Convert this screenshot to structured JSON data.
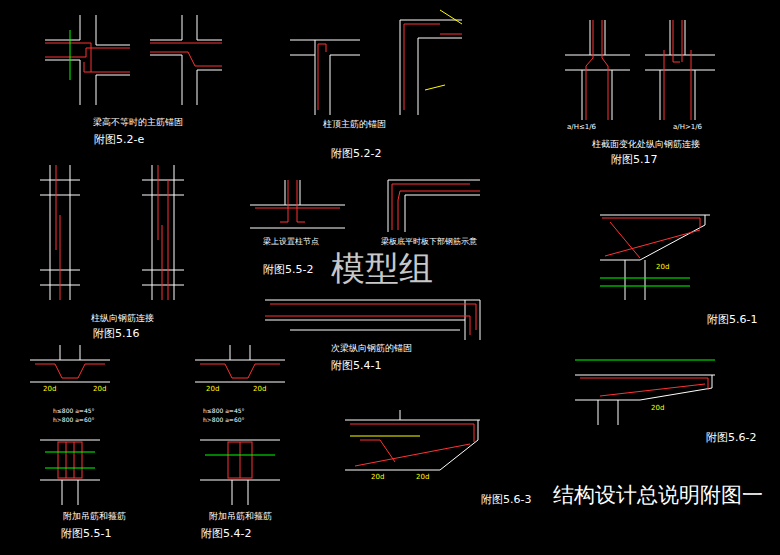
{
  "diagram": {
    "title": "结构设计总说明附图一",
    "labels": [
      "梁高不等时的主筋锚固",
      "附图5.2-e",
      "柱顶主筋的锚固",
      "附图5.2-2",
      "柱截面变化处纵向钢筋连接",
      "附图5.17",
      "a/H≤1/6",
      "a/H>1/6",
      "柱纵向钢筋连接",
      "附图5.16",
      "梁上设置柱节点",
      "附图5.5-2",
      "梁板底平时板下部钢筋示意",
      "模型组",
      "次梁纵向钢筋的锚固",
      "附图5.4-1",
      "附图5.6-1",
      "附图5.6-2",
      "附图5.6-3",
      "附加吊筋和箍筋",
      "附图5.5-1",
      "附加吊筋和箍筋",
      "附图5.4-2",
      "20d",
      "20d",
      "h≤800 a=45°",
      "h>800 a=60°",
      "20d",
      "20d",
      "h≤800 a=45°",
      "h>800 a=60°",
      "20d",
      "20d",
      "20d",
      "20d"
    ]
  }
}
